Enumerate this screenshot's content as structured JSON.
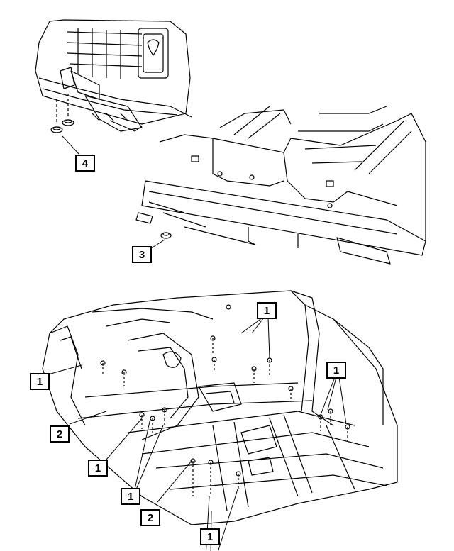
{
  "callouts": [
    {
      "id": "c4",
      "label": "4"
    },
    {
      "id": "c3",
      "label": "3"
    },
    {
      "id": "c1a",
      "label": "1"
    },
    {
      "id": "c1b",
      "label": "1"
    },
    {
      "id": "c1c",
      "label": "1"
    },
    {
      "id": "c1d",
      "label": "1"
    },
    {
      "id": "c1e",
      "label": "1"
    },
    {
      "id": "c1f",
      "label": "1"
    },
    {
      "id": "c2a",
      "label": "2"
    },
    {
      "id": "c2b",
      "label": "2"
    }
  ],
  "colors": {
    "line": "#000000",
    "background": "#ffffff"
  },
  "views": [
    {
      "name": "front-grille-view"
    },
    {
      "name": "rocker-sill-view"
    },
    {
      "name": "floor-pan-view"
    }
  ]
}
